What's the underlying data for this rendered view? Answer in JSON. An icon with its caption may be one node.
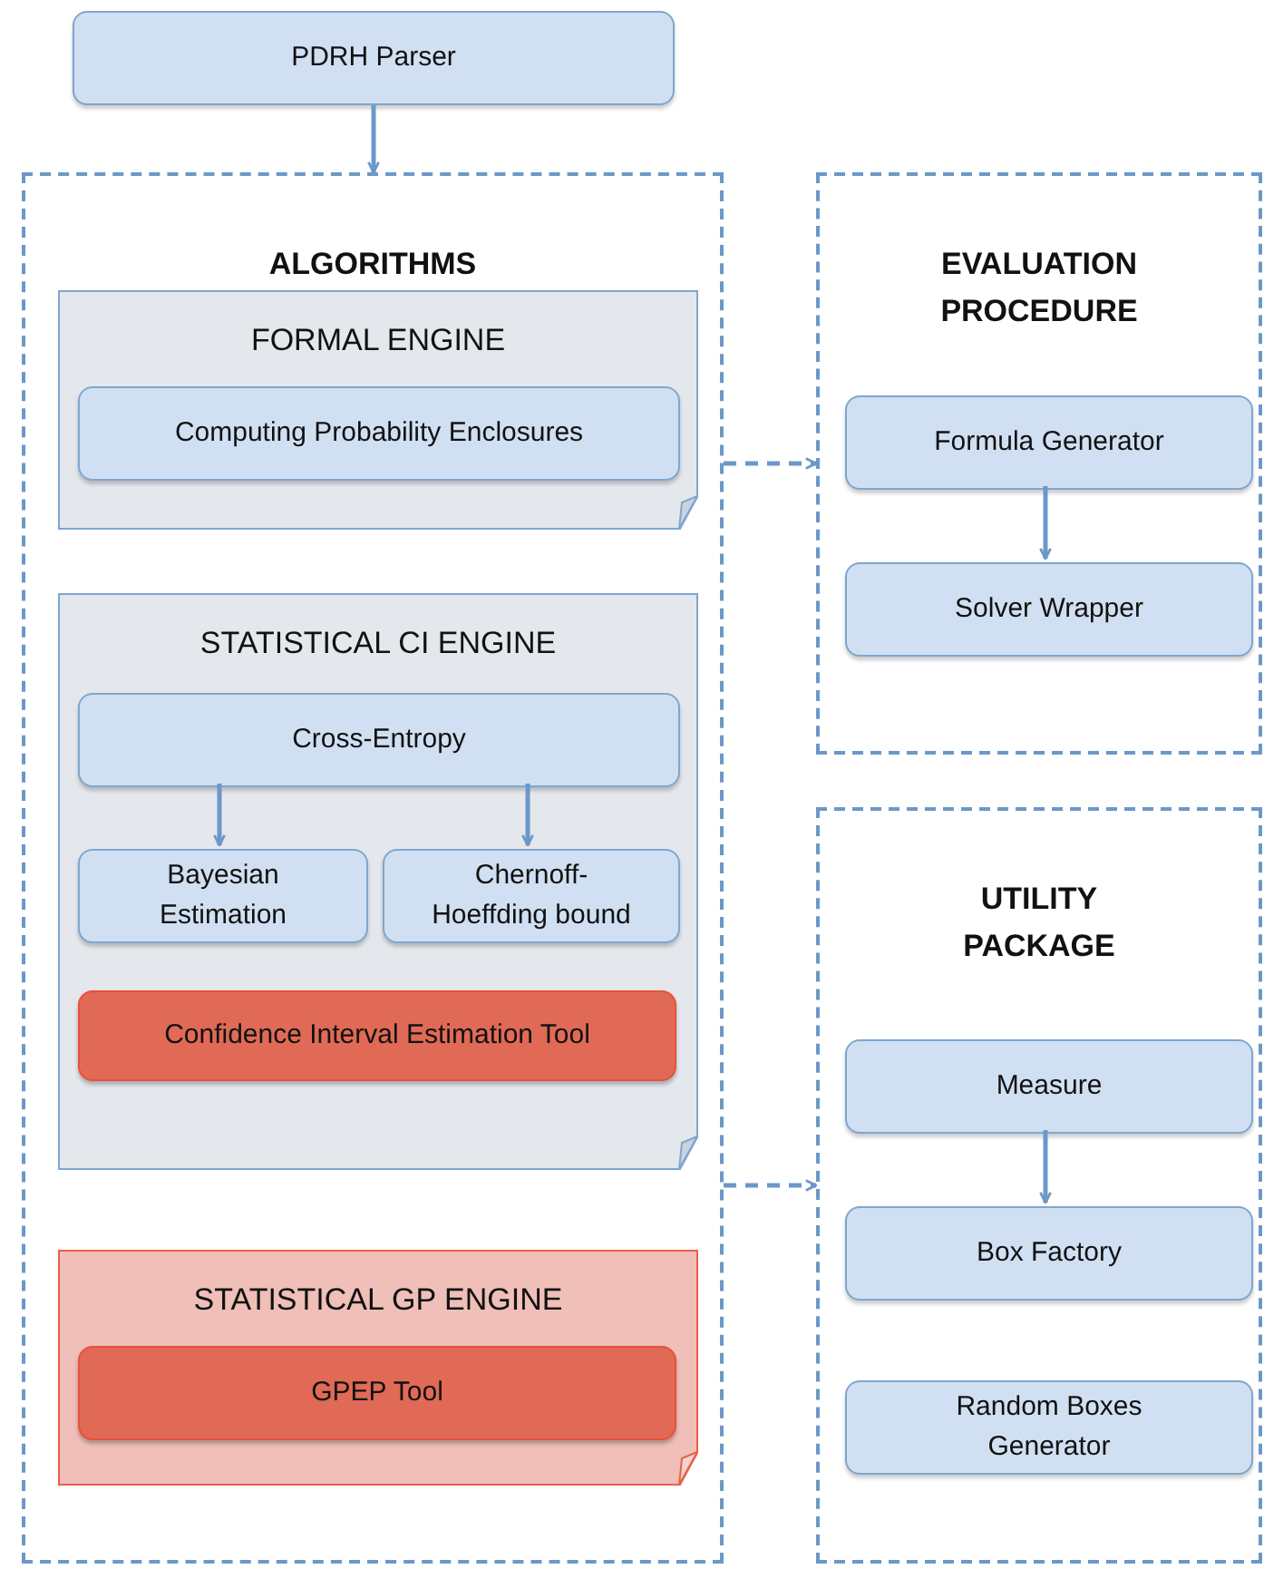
{
  "diagram": {
    "nodes": [
      {
        "text": [
          "PDRH Parser"
        ]
      },
      {
        "text": [
          "ALGORITHMS"
        ]
      },
      {
        "text": [
          "FORMAL ENGINE"
        ],
        "in": 1
      },
      {
        "text": [
          "Computing Probability Enclosures"
        ],
        "in": 2
      },
      {
        "text": [
          "STATISTICAL CI ENGINE"
        ],
        "in": 1
      },
      {
        "text": [
          "Cross-Entropy"
        ],
        "in": 4
      },
      {
        "text": [
          "Bayesian Estimation"
        ],
        "in": 4
      },
      {
        "text": [
          "Chernoff- Hoeffding bound"
        ],
        "in": 4
      },
      {
        "text": [
          "Confidence Interval Estimation Tool"
        ],
        "in": 4
      },
      {
        "text": [
          "STATISTICAL GP ENGINE"
        ],
        "in": 1
      },
      {
        "text": [
          "GPEP Tool"
        ],
        "in": 9
      },
      {
        "text": [
          "EVALUATION PROCEDURE"
        ]
      },
      {
        "text": [
          "Formula Generator"
        ],
        "in": 11
      },
      {
        "text": [
          "Solver Wrapper"
        ],
        "in": 11
      },
      {
        "text": [
          "UTILITY PACKAGE"
        ]
      },
      {
        "text": [
          "Measure"
        ],
        "in": 14
      },
      {
        "text": [
          "Box Factory"
        ],
        "in": 14
      },
      {
        "text": [
          "Random Boxes Generator"
        ],
        "in": 14
      }
    ],
    "edges": [
      {
        "from": 0,
        "to": 1,
        "arrow": "to"
      },
      {
        "from": 1,
        "to": 11,
        "arrow": "to",
        "style": "dashed"
      },
      {
        "from": 1,
        "to": 14,
        "arrow": "to",
        "style": "dashed"
      },
      {
        "from": 12,
        "to": 13,
        "arrow": "to"
      },
      {
        "from": 5,
        "to": 6,
        "arrow": "to"
      },
      {
        "from": 5,
        "to": 7,
        "arrow": "to"
      },
      {
        "from": 15,
        "to": 16,
        "arrow": "to"
      }
    ]
  }
}
